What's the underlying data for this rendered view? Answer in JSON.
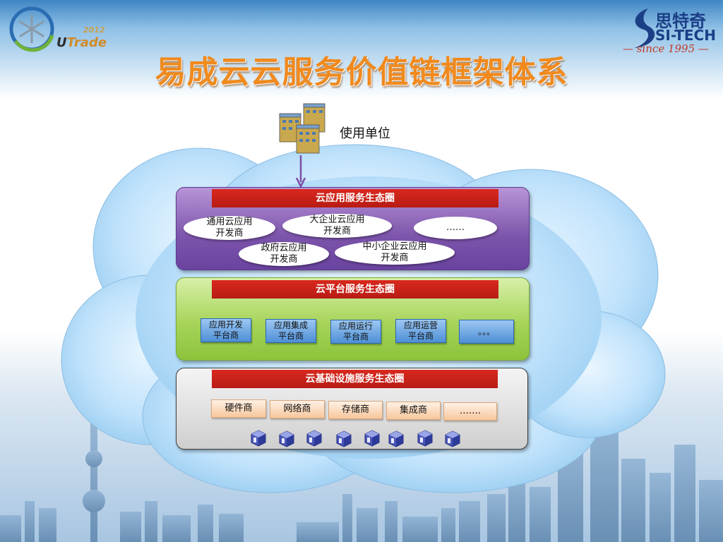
{
  "header": {
    "left_logo": {
      "year": "2012",
      "brand_u": "U",
      "brand_rest": "Trade",
      "icon": "snowflake-icon"
    },
    "right_logo": {
      "name_cn": "思特奇",
      "name_en": "SI-TECH",
      "since": "— since 1995 —",
      "icon": "sitech-mark-icon"
    },
    "title": "易成云云服务价值链框架体系"
  },
  "diagram": {
    "top_node": {
      "label": "使用单位",
      "icon": "office-buildings-icon"
    },
    "layers": [
      {
        "title": "云应用服务生态圈",
        "color": "#7c54ab",
        "items": [
          "通用云应用\n开发商",
          "大企业云应用\n开发商",
          "……",
          "政府云应用\n开发商",
          "中小企业云应用\n开发商"
        ]
      },
      {
        "title": "云平台服务生态圈",
        "color": "#a7d45a",
        "items": [
          "应用开发\n平台商",
          "应用集成\n平台商",
          "应用运行\n平台商",
          "应用运营\n平台商",
          "。。。"
        ]
      },
      {
        "title": "云基础设施服务生态圈",
        "color": "#cfcfcf",
        "items": [
          "硬件商",
          "网络商",
          "存储商",
          "集成商",
          "……."
        ],
        "cube_icon": "server-cube-icon",
        "cube_count": 8
      }
    ],
    "colors": {
      "band_red": "#c8221a",
      "cloud_blue": "#8ec6ee",
      "title_orange": "#f08a1e"
    }
  }
}
